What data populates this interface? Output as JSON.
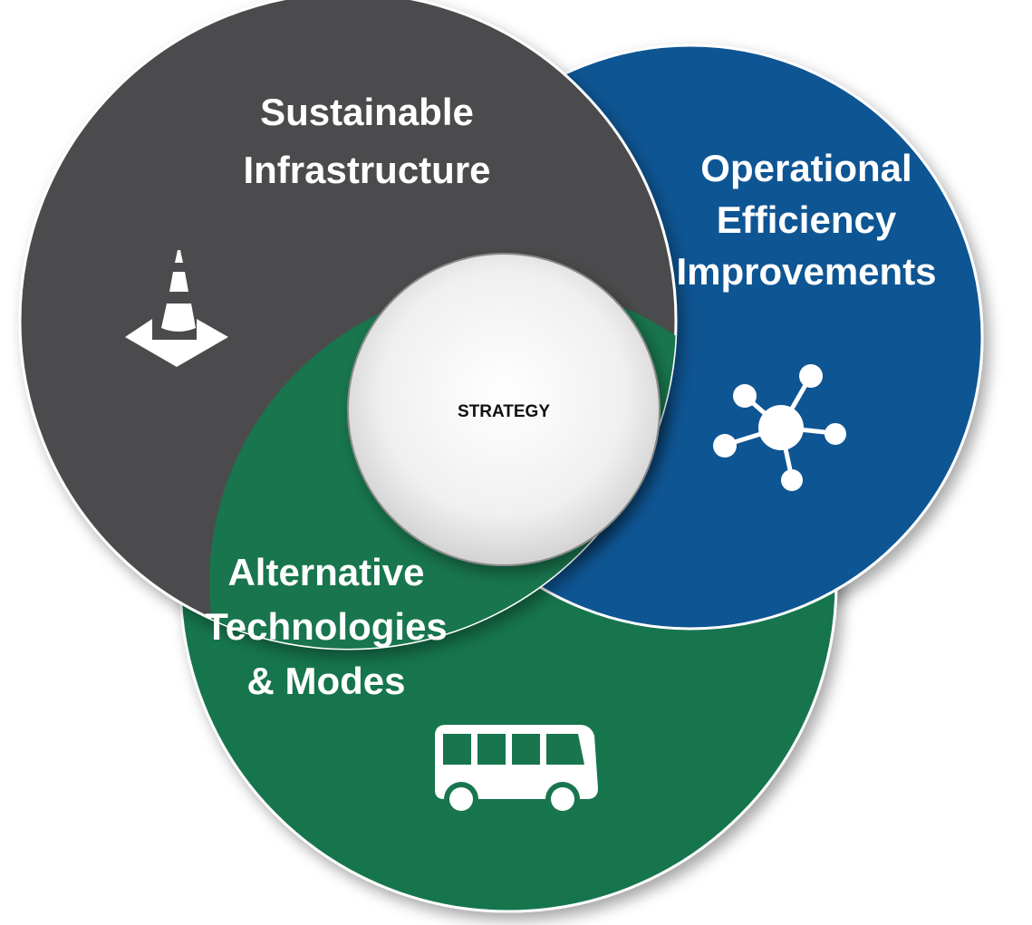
{
  "colors": {
    "infrastructure": "#4b4c4e",
    "operational": "#0e5593",
    "alternative": "#18754d",
    "center": "#f4f4f4",
    "icon": "#ffffff",
    "center_text": "#111111"
  },
  "circles": {
    "infrastructure": {
      "line1": "Sustainable",
      "line2": "Infrastructure",
      "icon": "traffic-cone-icon"
    },
    "operational": {
      "line1": "Operational",
      "line2": "Efficiency",
      "line3": "Improvements",
      "icon": "network-hub-icon"
    },
    "alternative": {
      "line1": "Alternative",
      "line2": "Technologies",
      "line3": "& Modes",
      "icon": "bus-icon"
    }
  },
  "center": {
    "label": "STRATEGY"
  }
}
